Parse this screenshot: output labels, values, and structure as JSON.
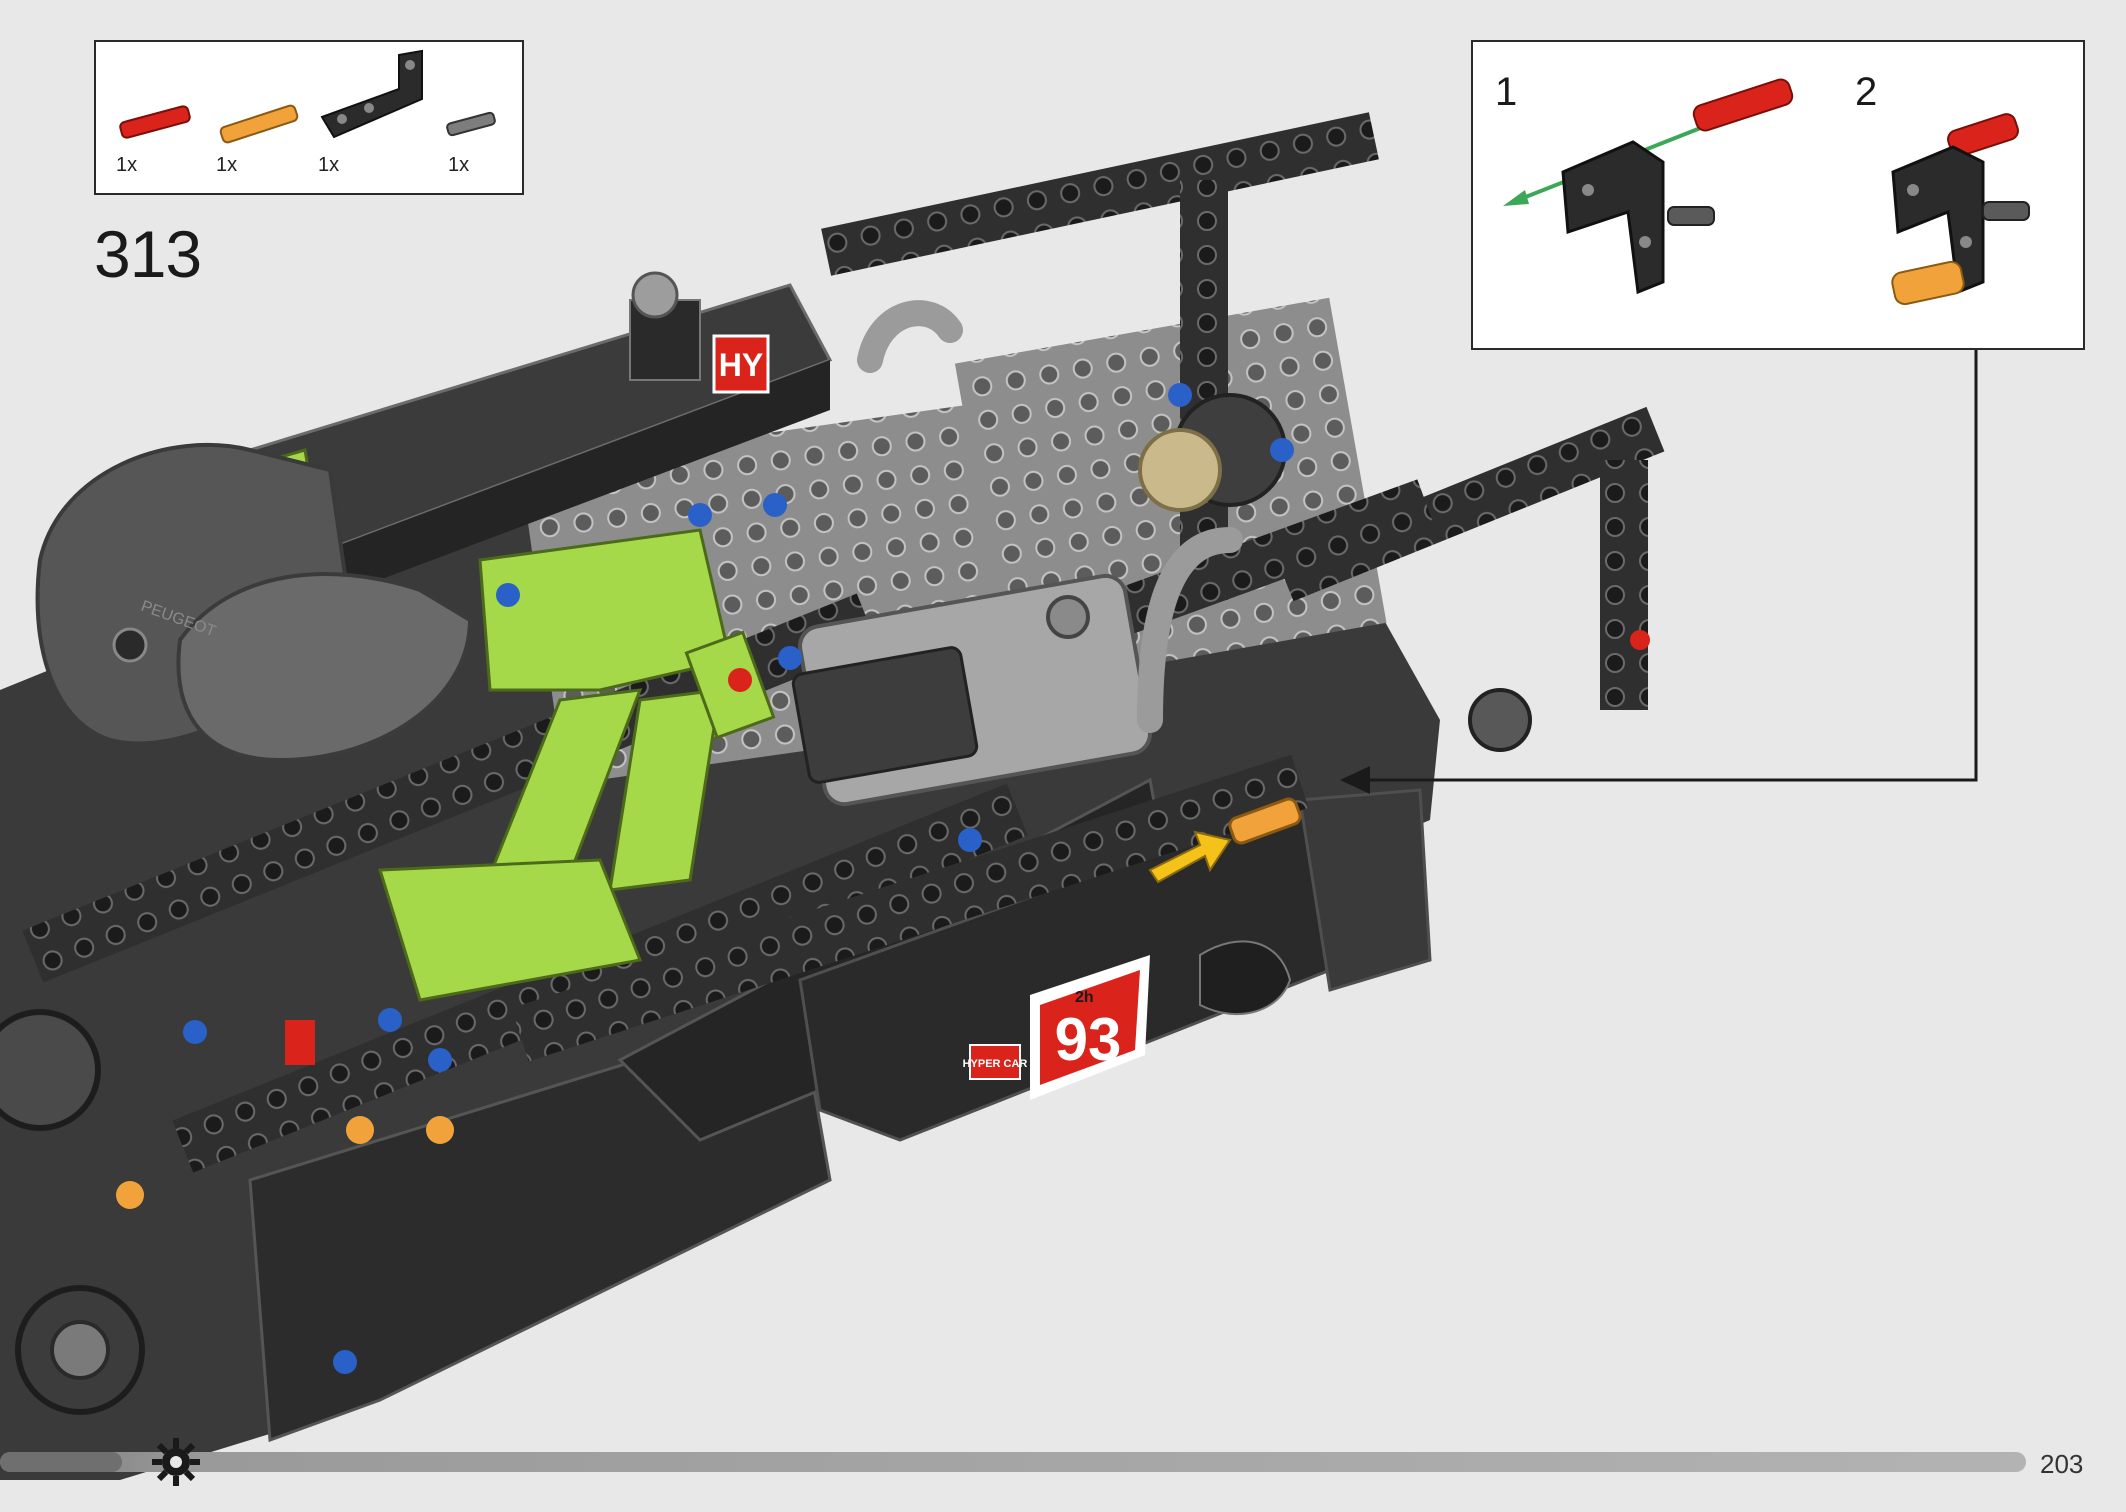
{
  "parts_list": {
    "items": [
      {
        "name": "red-axle-pin",
        "qty": "1x",
        "color": "#d9231b"
      },
      {
        "name": "orange-friction-pin",
        "qty": "1x",
        "color": "#f2a23a"
      },
      {
        "name": "black-bent-liftarm",
        "qty": "1x",
        "color": "#2b2b2b"
      },
      {
        "name": "grey-bush",
        "qty": "1x",
        "color": "#7d7d7d"
      }
    ]
  },
  "step": {
    "number": "313"
  },
  "callout": {
    "sub_steps": [
      "1",
      "2"
    ]
  },
  "model": {
    "decal_number": "93",
    "decal_brand": "HYPER CAR",
    "decal_badge": "HY",
    "decal_logo": "2h",
    "decal_peugeot": "PEUGEOT"
  },
  "page": {
    "number": "203",
    "progress": 0.06
  },
  "colors": {
    "background": "#e8e8e8",
    "lime": "#a6d94a",
    "frame_dark": "#2e2e2e",
    "frame_grey": "#8a8a8a",
    "accent_red": "#d9231b",
    "accent_blue": "#2a61c8",
    "accent_orange": "#f2a23a",
    "arrow_green": "#3aa856",
    "arrow_yellow": "#f5c21a"
  }
}
